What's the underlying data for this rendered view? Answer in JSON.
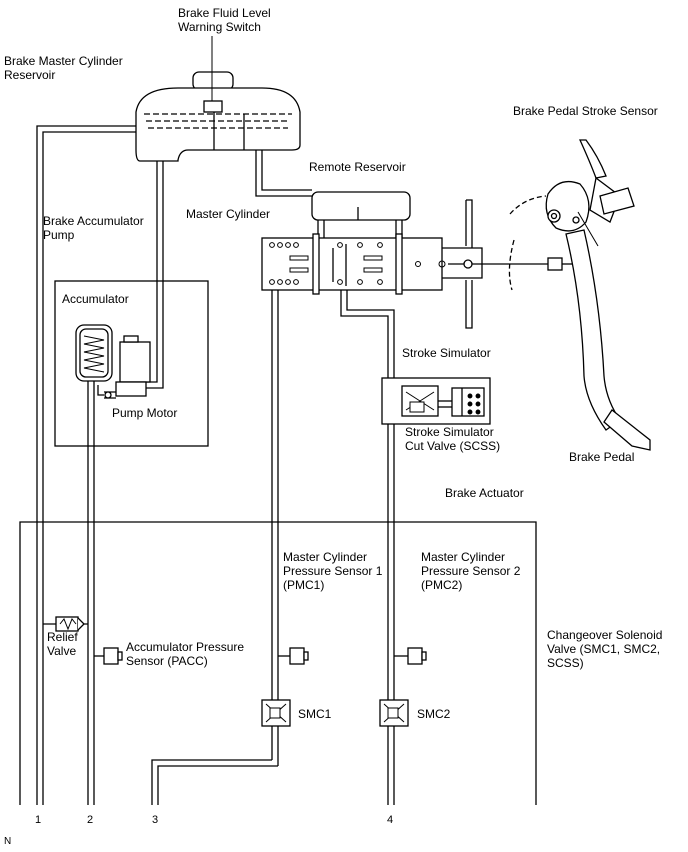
{
  "labels": {
    "fluid_level_switch": "Brake Fluid Level\nWarning Switch",
    "master_reservoir": "Brake Master Cylinder\nReservoir",
    "pedal_stroke_sensor": "Brake Pedal Stroke Sensor",
    "remote_reservoir": "Remote Reservoir",
    "master_cylinder": "Master Cylinder",
    "accumulator_pump": "Brake Accumulator\nPump",
    "accumulator": "Accumulator",
    "pump_motor": "Pump Motor",
    "stroke_simulator": "Stroke Simulator",
    "scss_valve": "Stroke Simulator\nCut Valve (SCSS)",
    "brake_pedal": "Brake Pedal",
    "brake_actuator": "Brake Actuator",
    "pmc1": "Master Cylinder\nPressure Sensor 1\n(PMC1)",
    "pmc2": "Master Cylinder\nPressure Sensor 2\n(PMC2)",
    "changeover_valve": "Changeover Solenoid\nValve (SMC1, SMC2,\nSCSS)",
    "relief_valve": "Relief\nValve",
    "pacc": "Accumulator Pressure\nSensor (PACC)",
    "smc1": "SMC1",
    "smc2": "SMC2"
  },
  "ports": [
    "1",
    "2",
    "3",
    "4"
  ],
  "corner_mark": "N"
}
